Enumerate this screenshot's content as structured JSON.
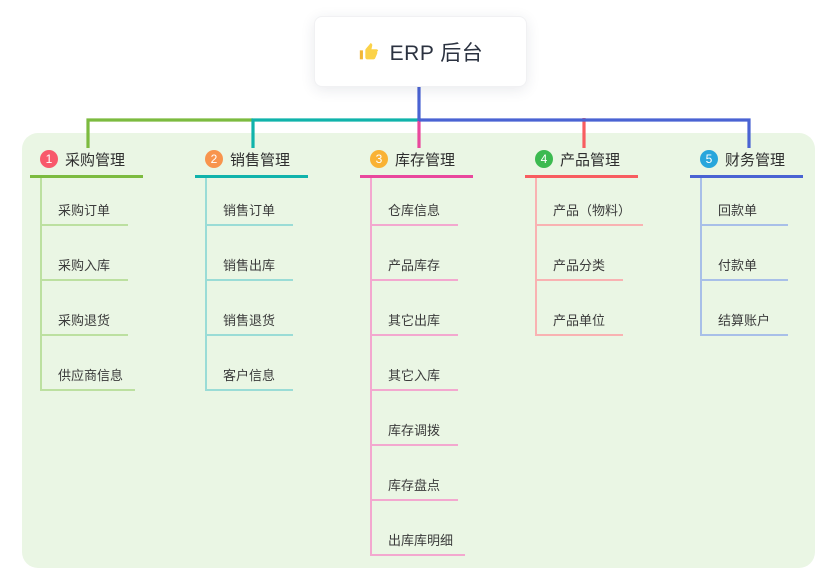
{
  "root": {
    "icon": "thumbs-up",
    "title": "ERP 后台"
  },
  "panel": {
    "background": "#eaf6e4"
  },
  "connector": {
    "trunk_color": "#4a63d3"
  },
  "branches": [
    {
      "badge": "1",
      "label": "采购管理",
      "badge_color": "#f8596b",
      "line_color": "#7cbb3f",
      "sub_line_color": "#bce0a0",
      "items": [
        "采购订单",
        "采购入库",
        "采购退货",
        "供应商信息"
      ]
    },
    {
      "badge": "2",
      "label": "销售管理",
      "badge_color": "#f8944d",
      "line_color": "#10b3ab",
      "sub_line_color": "#9adcd6",
      "items": [
        "销售订单",
        "销售出库",
        "销售退货",
        "客户信息"
      ]
    },
    {
      "badge": "3",
      "label": "库存管理",
      "badge_color": "#f9b234",
      "line_color": "#e9489d",
      "sub_line_color": "#f3a8cf",
      "items": [
        "仓库信息",
        "产品库存",
        "其它出库",
        "其它入库",
        "库存调拨",
        "库存盘点",
        "出库库明细"
      ]
    },
    {
      "badge": "4",
      "label": "产品管理",
      "badge_color": "#3cba50",
      "line_color": "#f85d60",
      "sub_line_color": "#f9b2b2",
      "items": [
        "产品（物料）",
        "产品分类",
        "产品单位"
      ]
    },
    {
      "badge": "5",
      "label": "财务管理",
      "badge_color": "#28a6dc",
      "line_color": "#4a63d3",
      "sub_line_color": "#a8bfe8",
      "items": [
        "回款单",
        "付款单",
        "结算账户"
      ]
    }
  ]
}
